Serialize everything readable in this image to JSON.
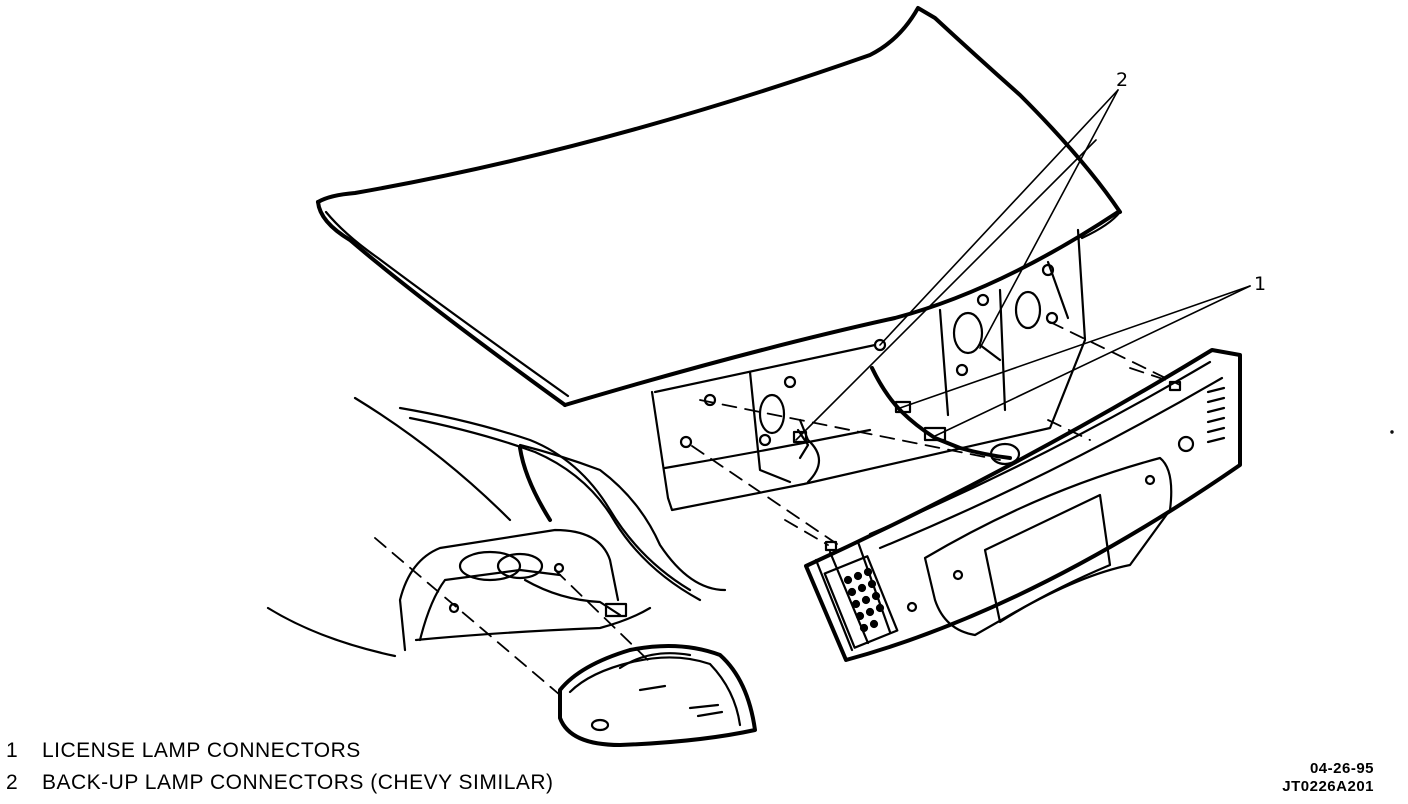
{
  "callouts": [
    {
      "number": "1",
      "text": "LICENSE LAMP CONNECTORS"
    },
    {
      "number": "2",
      "text": "BACK-UP LAMP CONNECTORS (CHEVY SIMILAR)"
    }
  ],
  "drawing_code": {
    "date": "04-26-95",
    "id": "JT0226A201"
  }
}
